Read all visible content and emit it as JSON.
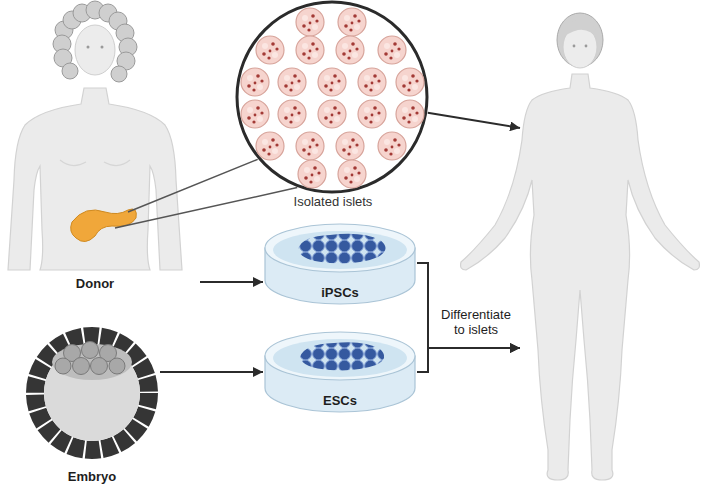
{
  "diagram": {
    "nodes": [
      {
        "text": [
          "Donor"
        ]
      },
      {
        "text": [
          "Isolated islets"
        ]
      },
      {
        "text": [
          "iPSCs"
        ]
      },
      {
        "text": [
          "Embryo"
        ]
      },
      {
        "text": [
          "ESCs"
        ]
      },
      {
        "text": []
      }
    ],
    "edges": [
      {
        "from": 0,
        "to": 1,
        "arrow": "none"
      },
      {
        "from": 1,
        "to": 5,
        "arrow": "to"
      },
      {
        "from": 0,
        "to": 2,
        "arrow": "to"
      },
      {
        "from": 3,
        "to": 4,
        "arrow": "to"
      },
      {
        "from": 2,
        "to": 5,
        "arrow": "to"
      },
      {
        "from": 4,
        "to": 5,
        "arrow": "to"
      }
    ],
    "labels": [
      "Differentiate to islets"
    ]
  }
}
